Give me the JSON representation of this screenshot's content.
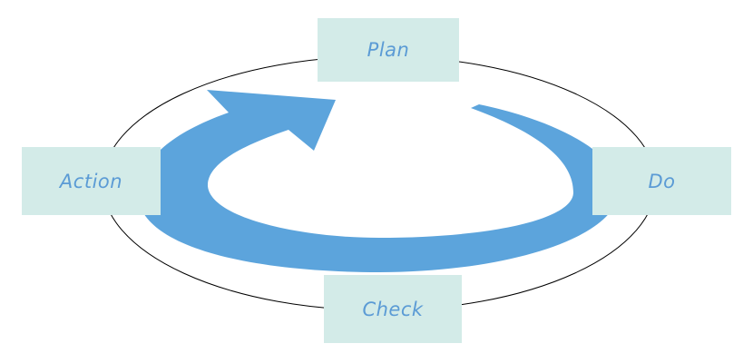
{
  "stages": {
    "plan": "Plan",
    "do": "Do",
    "check": "Check",
    "action": "Action"
  },
  "colors": {
    "box_fill": "#d3ebe8",
    "text": "#5b9bd5",
    "arrow_fill": "#5ca4dc",
    "outline": "#000000"
  }
}
